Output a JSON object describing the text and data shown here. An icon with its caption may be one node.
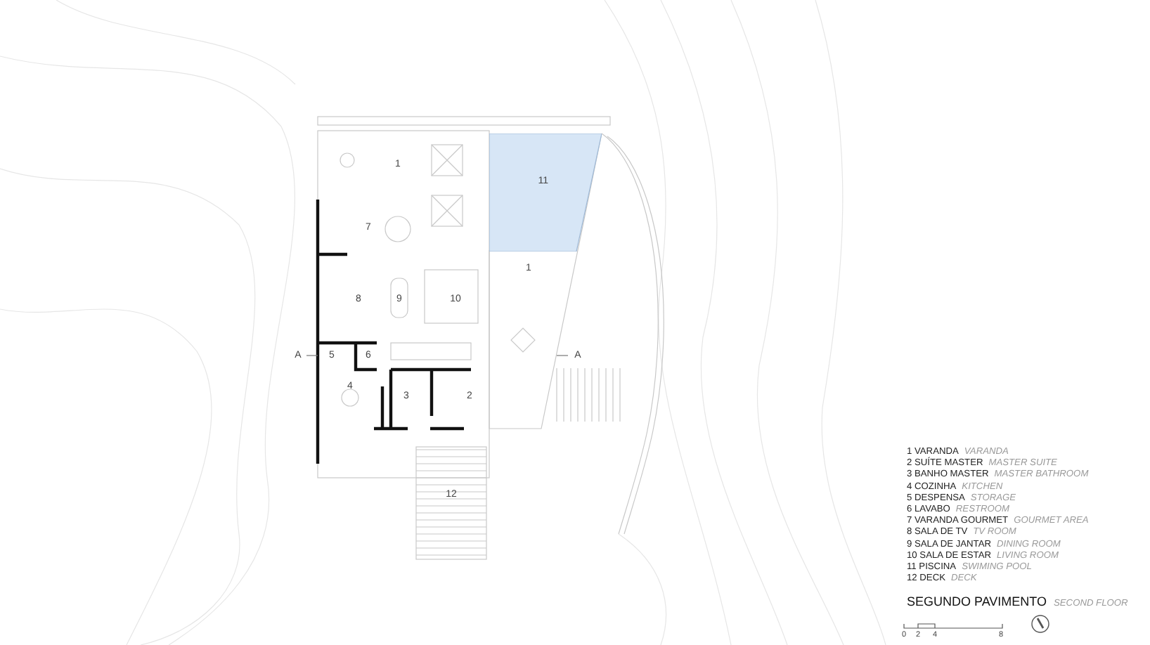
{
  "diagram": {
    "title": "SEGUNDO PAVIMENTO",
    "nodes": [
      {
        "text": [
          "11"
        ]
      }
    ],
    "labels": [
      "1",
      "7",
      "1",
      "8",
      "9",
      "10",
      "A",
      "5",
      "6",
      "A",
      "4",
      "3",
      "2",
      "12",
      "1 VARANDA",
      "VARANDA",
      "2 SUÍTE MASTER",
      "MASTER SUITE",
      "3 BANHO MASTER",
      "MASTER BATHROOM",
      "4 COZINHA",
      "KITCHEN",
      "5 DESPENSA",
      "STORAGE",
      "6 LAVABO",
      "RESTROOM",
      "7 VARANDA GOURMET",
      "GOURMET AREA",
      "8 SALA DE TV",
      "TV ROOM",
      "9 SALA DE JANTAR",
      "DINING ROOM",
      "10 SALA DE ESTAR",
      "LIVING ROOM",
      "11 PISCINA",
      "SWIMING POOL",
      "12 DECK",
      "DECK",
      "SECOND FLOOR",
      "0",
      "2",
      "4",
      "8"
    ]
  }
}
